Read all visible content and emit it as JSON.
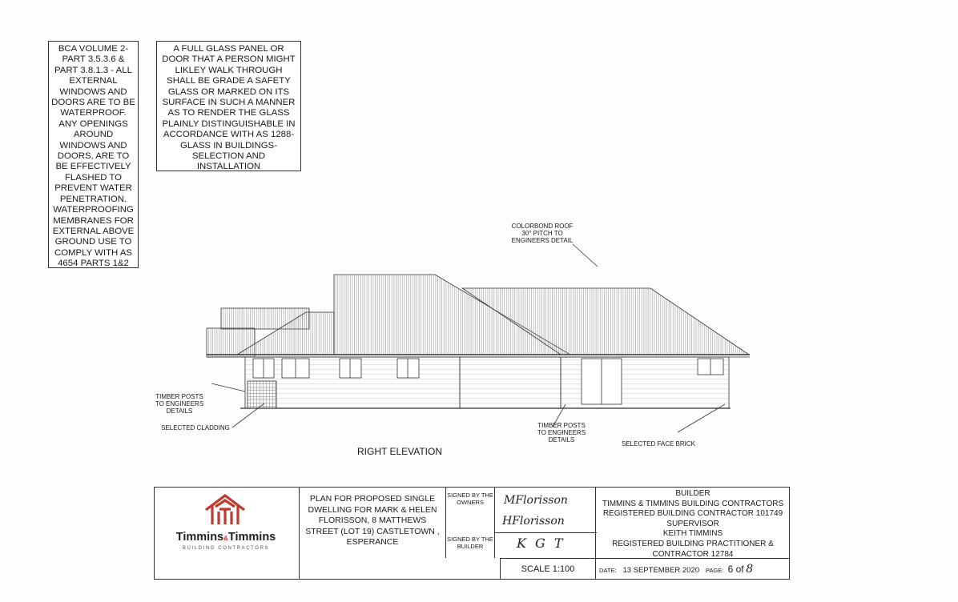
{
  "notes": {
    "bca": "BCA VOLUME 2- PART 3.5.3.6 & PART 3.8.1.3 - ALL EXTERNAL WINDOWS AND DOORS ARE TO BE WATERPROOF. ANY OPENINGS AROUND WINDOWS AND DOORS, ARE TO BE EFFECTIVELY FLASHED TO PREVENT WATER PENETRATION. WATERPROOFING MEMBRANES FOR EXTERNAL ABOVE GROUND USE TO COMPLY WITH AS 4654 PARTS 1&2",
    "glass": "A FULL GLASS PANEL OR DOOR THAT A PERSON MIGHT LIKLEY WALK THROUGH SHALL BE GRADE A SAFETY GLASS OR MARKED ON ITS SURFACE IN SUCH A MANNER AS TO RENDER THE GLASS PLAINLY DISTINGUISHABLE IN ACCORDANCE WITH AS 1288- GLASS IN BUILDINGS- SELECTION AND INSTALLATION"
  },
  "labels": {
    "roof": [
      "COLORBOND ROOF",
      "30° PITCH TO",
      "ENGINEERS DETAIL"
    ],
    "timber_left": [
      "TIMBER POSTS",
      "TO ENGINEERS",
      "DETAILS"
    ],
    "cladding": "SELECTED CLADDING",
    "timber_right": [
      "TIMBER POSTS",
      "TO ENGINEERS",
      "DETAILS"
    ],
    "brick": "SELECTED FACE BRICK",
    "elevation_title": "RIGHT ELEVATION"
  },
  "title_block": {
    "brand_a": "Timmins",
    "brand_amp": "&",
    "brand_b": "Timmins",
    "brand_sub": "BUILDING CONTRACTORS",
    "plan": "PLAN FOR PROPOSED SINGLE DWELLING FOR MARK & HELEN FLORISSON, 8 MATTHEWS STREET (LOT 19) CASTLETOWN , ESPERANCE",
    "signed_owners": "SIGNED BY THE OWNERS",
    "signed_builder": "SIGNED BY THE BUILDER",
    "builder_lines": [
      "BUILDER",
      "TIMMINS & TIMMINS BUILDING CONTRACTORS",
      "REGISTERED BUILDING CONTRACTOR 101749",
      "SUPERVISOR",
      "KEITH TIMMINS",
      "REGISTERED BUILDING PRACTITIONER &",
      "CONTRACTOR 12784"
    ],
    "scale": "SCALE 1:100",
    "date_label": "DATE:",
    "date": "13 SEPTEMBER 2020",
    "page_label": "PAGE:",
    "page_num": "6 of",
    "page_total": "8",
    "signature_1": "MFlorisson",
    "signature_2": "HFlorisson",
    "signature_3": "K G T"
  },
  "colors": {
    "logo_red": "#c0392b",
    "line": "#333333"
  }
}
